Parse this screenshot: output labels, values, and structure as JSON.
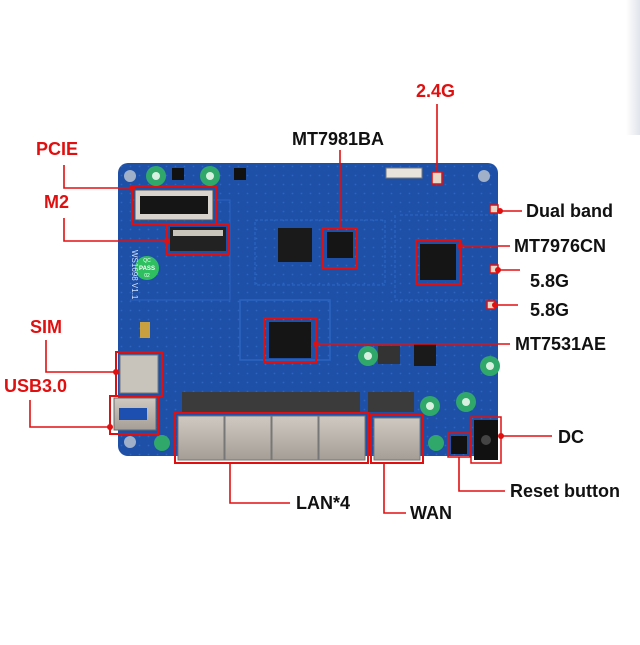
{
  "colors": {
    "accent": "#e01010",
    "pcb_base": "#1e50a8",
    "pcb_trace": "#2a64c0",
    "chip": "#151515",
    "port_metal": "#b9b3ac",
    "capacitor": "#2fa86a"
  },
  "board": {
    "silkscreen_model": "WS1698 V1.1",
    "qc_badge_top": "QC",
    "qc_badge_middle": "PASS",
    "qc_badge_bottom": "02"
  },
  "labels": {
    "pcie": "PCIE",
    "m2": "M2",
    "sim": "SIM",
    "usb": "USB3.0",
    "ant_2g": "2.4G",
    "soc": "MT7981BA",
    "dual_band": "Dual band",
    "wifi_chip": "MT7976CN",
    "ant_5g_1": "5.8G",
    "ant_5g_2": "5.8G",
    "switch_chip": "MT7531AE",
    "dc": "DC",
    "reset": "Reset button",
    "lan": "LAN*4",
    "wan": "WAN"
  }
}
